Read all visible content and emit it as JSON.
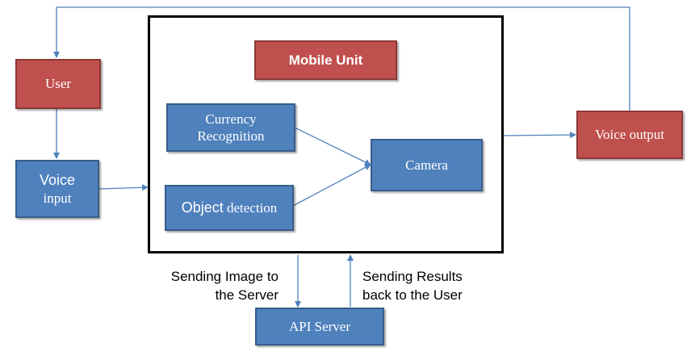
{
  "boxes": {
    "mobile_unit": "Mobile Unit",
    "user": "User",
    "voice_input_line1": "Voice",
    "voice_input_line2": "input",
    "currency_line1": "Currency",
    "currency_line2": "Recognition",
    "object_part1": "Object",
    "object_part2": " detection",
    "camera": "Camera",
    "voice_output": "Voice output",
    "api_server": "API Server"
  },
  "labels": {
    "sending_image_line1": "Sending Image to",
    "sending_image_line2": "the Server",
    "sending_results_line1": "Sending Results",
    "sending_results_line2": "back to the User"
  },
  "colors": {
    "red_box": "#c0504d",
    "blue_box": "#4f81bd",
    "connector": "#4f81bd"
  }
}
